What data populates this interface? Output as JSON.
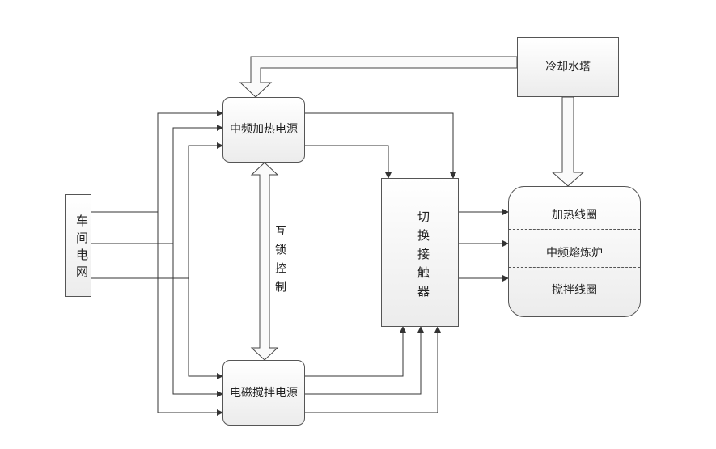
{
  "nodes": {
    "workshop_grid": "车间电网",
    "mf_power": "中频加热电源",
    "em_power": "电磁搅拌电源",
    "switch": "切换接触器",
    "cooling_tower": "冷却水塔",
    "interlock": "互锁控制",
    "furnace": {
      "top": "加热线圈",
      "middle": "中频熔炼炉",
      "bottom": "搅拌线圈"
    }
  }
}
